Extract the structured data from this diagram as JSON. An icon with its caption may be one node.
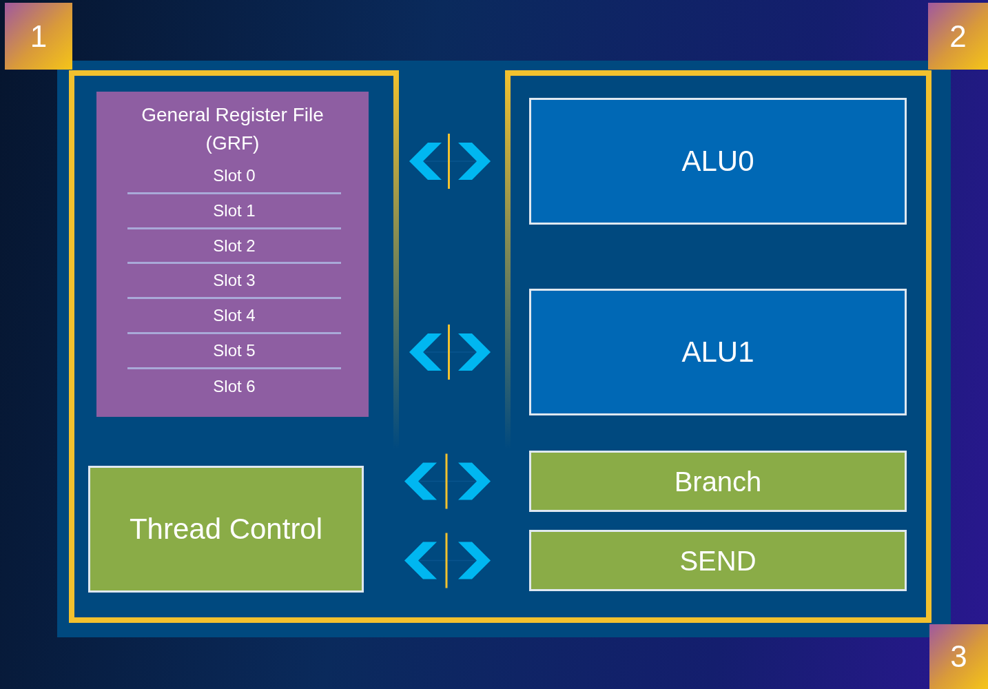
{
  "diagram": {
    "nodes": [
      {
        "text": [
          "General Register File (GRF)"
        ]
      },
      {
        "text": [
          "Slot 0"
        ],
        "in": 0
      },
      {
        "text": [
          "Slot 1"
        ],
        "in": 0
      },
      {
        "text": [
          "Slot 2"
        ],
        "in": 0
      },
      {
        "text": [
          "Slot 3"
        ],
        "in": 0
      },
      {
        "text": [
          "Slot 4"
        ],
        "in": 0
      },
      {
        "text": [
          "Slot 5"
        ],
        "in": 0
      },
      {
        "text": [
          "Slot 6"
        ],
        "in": 0
      },
      {
        "text": [
          "ALU0"
        ]
      },
      {
        "text": [
          "ALU1"
        ]
      },
      {
        "text": [
          "Thread Control"
        ]
      },
      {
        "text": [
          "Branch"
        ]
      },
      {
        "text": [
          "SEND"
        ]
      }
    ],
    "edges": [
      {
        "from": 0,
        "to": 8,
        "arrow": "both"
      },
      {
        "from": 0,
        "to": 9,
        "arrow": "both"
      },
      {
        "from": 10,
        "to": 11,
        "arrow": "both"
      },
      {
        "from": 10,
        "to": 12,
        "arrow": "both"
      }
    ],
    "labels": [
      "1",
      "2",
      "3"
    ]
  }
}
